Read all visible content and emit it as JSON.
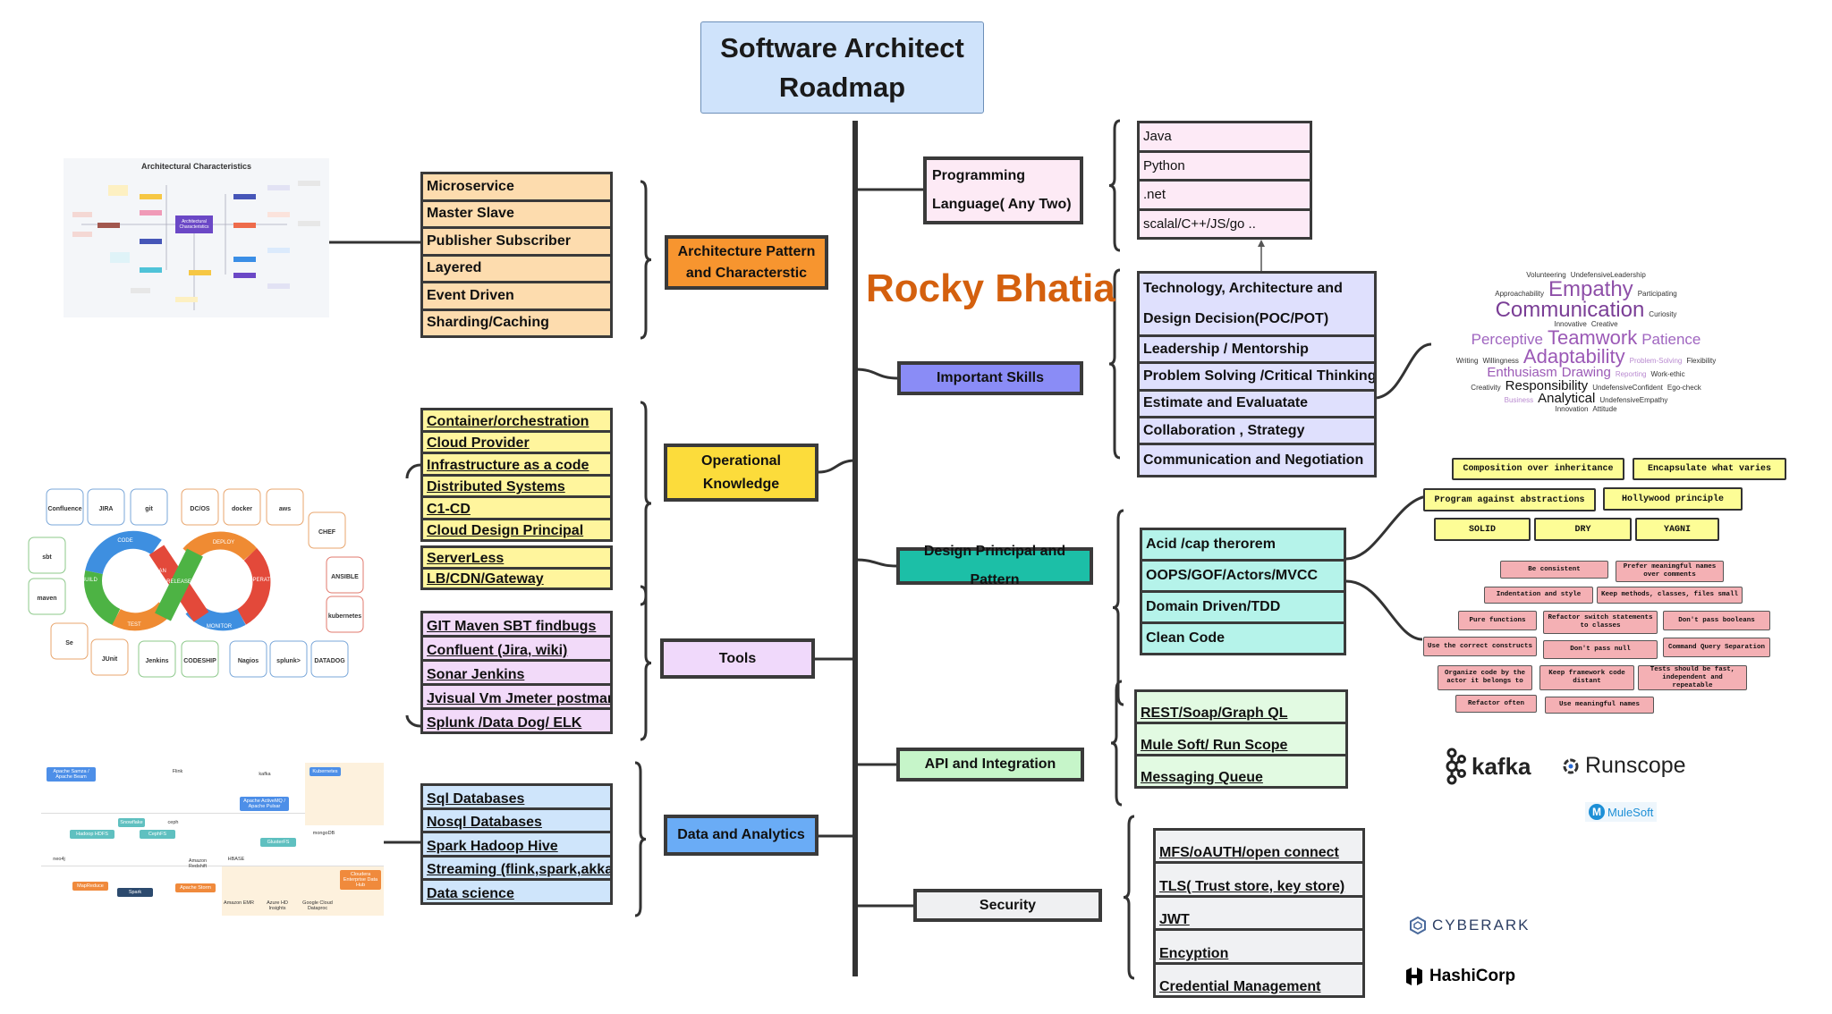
{
  "title": {
    "line1": "Software Architect",
    "line2": "Roadmap"
  },
  "author": "Rocky Bhatia",
  "left_branches": {
    "architecture": {
      "label": "Architecture Pattern and Characterstic",
      "items": [
        "Microservice",
        "Master Slave",
        "Publisher Subscriber",
        "Layered",
        "Event Driven",
        "Sharding/Caching"
      ]
    },
    "operational": {
      "label": "Operational Knowledge",
      "items": [
        "Container/orchestration",
        "Cloud Provider",
        "Infrastructure as a code",
        "Distributed Systems",
        "C1-CD",
        "Cloud Design Principal"
      ],
      "items_extra": [
        "ServerLess",
        "LB/CDN/Gateway"
      ]
    },
    "tools": {
      "label": "Tools",
      "items": [
        "GIT Maven SBT  findbugs",
        "Confluent (Jira, wiki)",
        "Sonar  Jenkins",
        "Jvisual Vm Jmeter postman",
        "Splunk /Data Dog/ ELK"
      ]
    },
    "data": {
      "label": "Data and Analytics",
      "items": [
        "Sql Databases",
        "Nosql Databases",
        "Spark Hadoop Hive",
        "Streaming (flink,spark,akka)",
        "Data science"
      ]
    }
  },
  "right_branches": {
    "programming": {
      "label_line1": "Programming",
      "label_line2": "Language( Any Two)",
      "items": [
        "Java",
        "Python",
        ".net",
        "scalal/C++/JS/go .."
      ]
    },
    "skills": {
      "label": "Important Skills",
      "items": [
        "Technology, Architecture and Design  Decision(POC/POT)",
        "Leadership  / Mentorship",
        "Problem Solving /Critical Thinking",
        "Estimate  and Evaluatate",
        "Collaboration   , Strategy",
        "Communication and Negotiation"
      ]
    },
    "design": {
      "label": "Design Principal and Pattern",
      "items": [
        "Acid /cap  therorem",
        "OOPS/GOF/Actors/MVCC",
        "Domain  Driven/TDD",
        "Clean  Code"
      ]
    },
    "api": {
      "label": "API and Integration",
      "items": [
        "REST/Soap/Graph QL",
        "Mule Soft/ Run Scope",
        "Messaging Queue"
      ]
    },
    "security": {
      "label": "Security",
      "items": [
        "MFS/oAUTH/open connect",
        "TLS( Trust store, key store)",
        "JWT",
        "Encyption",
        "Credential Management"
      ]
    }
  },
  "word_cloud": [
    "Volunteering",
    "UndefensiveLeadership",
    "Approachability",
    "Empathy",
    "Participating",
    "Communication",
    "Curiosity",
    "Innovative",
    "Creative",
    "Teamwork",
    "Perceptive",
    "Patience",
    "Writing",
    "Willingness",
    "Adaptability",
    "Problem-Solving",
    "Flexibility",
    "Enthusiasm",
    "Drawing",
    "Reporting",
    "Work-ethic",
    "Creativity",
    "Responsibility",
    "UndefensiveConfident",
    "Ego-check",
    "Business",
    "Analytical",
    "UndefensiveEmpathy",
    "Innovation",
    "Attitude"
  ],
  "design_principles": [
    "Composition over inheritance",
    "Encapsulate what varies",
    "Program against abstractions",
    "Hollywood principle",
    "SOLID",
    "DRY",
    "YAGNI"
  ],
  "clean_code_rules": [
    "Be consistent",
    "Prefer meanimgful names over comments",
    "Indentation and style",
    "Keep methods, classes, files small",
    "Pure functions",
    "Refactor switch statements to classes",
    "Don't pass booleans",
    "Use the correct constructs",
    "Don't pass null",
    "Command Query Separation",
    "Organize code by the actor it belongs to",
    "Keep framework code distant",
    "Tests should be fast, independent and repeatable",
    "Refactor often",
    "Use meaningful names"
  ],
  "logos": {
    "kafka": "kafka",
    "runscope": "Runscope",
    "mulesoft": "MuleSoft",
    "cyberark": "CYBERARK",
    "hashicorp": "HashiCorp"
  },
  "arch_image": {
    "title": "Architectural Characteristics",
    "center": "Architectural Characteristics"
  },
  "devops_image": {
    "stages": [
      "CODE",
      "BUILD",
      "TEST",
      "PLAN",
      "RELEASE",
      "DEPLOY",
      "OPERATE",
      "MONITOR"
    ],
    "tools": [
      "Confluence",
      "JIRA",
      "git",
      "DC/OS",
      "docker",
      "aws",
      "CHEF",
      "sbt",
      "maven",
      "Se",
      "JUnit",
      "Jenkins",
      "CODESHIP",
      "Nagios",
      "splunk>",
      "DATADOG",
      "ANSIBLE",
      "kubernetes"
    ]
  },
  "data_image": {
    "labels": [
      "Apache Samza / Apache Beam",
      "Flink",
      "kafka",
      "Apache ActiveMQ / Apache Pulsar",
      "Kubernetes",
      "Hadoop HDFS",
      "ceph",
      "CephFS",
      "Snowflake",
      "Amazon Redshift",
      "mongoDB",
      "neo4j",
      "GlusterFS",
      "HBASE",
      "MapReduce",
      "Spark",
      "Apache Storm",
      "Amazon EMR",
      "Azure HD Insights",
      "Google Cloud Dataproc",
      "Cloudera Enterprise Data Hub"
    ]
  },
  "colors": {
    "accent_author": "#d4600e",
    "arch": "#f7952f",
    "ops": "#fcdc3b",
    "tools": "#f0d9fb",
    "data": "#6aacf6",
    "prog": "#fdeaf5",
    "skills": "#8a8cf6",
    "design": "#1cbfa7",
    "api": "#c6f5c9",
    "security": "#eff0f2"
  }
}
